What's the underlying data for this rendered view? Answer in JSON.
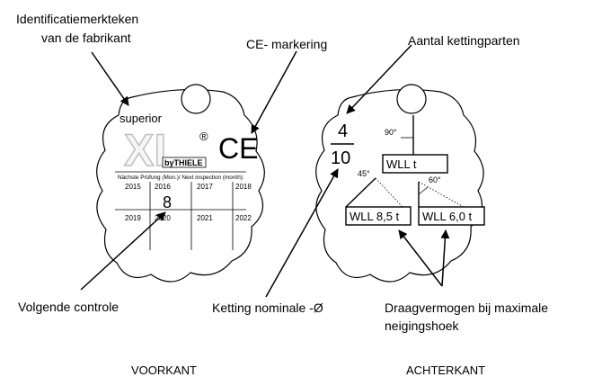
{
  "labels": {
    "manufacturer_id_line1": "Identificatiemerkteken",
    "manufacturer_id_line2": "van de fabrikant",
    "ce_marking": "CE- markering",
    "chain_legs": "Aantal kettingparten",
    "next_inspection": "Volgende controle",
    "chain_nominal": "Ketting nominale -Ø",
    "capacity_line1": "Draagvermogen bij maximale",
    "capacity_line2": "neigingshoek",
    "front": "VOORKANT",
    "back": "ACHTERKANT"
  },
  "front_tag": {
    "brand_top": "superior",
    "brand_big": "XL",
    "registered": "®",
    "by_thiele": "byTHIELE",
    "ce_symbol": "CE",
    "inspection_header": "Nächste Prüfung (Mon.)/ Next inspection (month):",
    "years_top": [
      "2015",
      "2016",
      "2017",
      "2018"
    ],
    "years_bottom": [
      "2019",
      "2020",
      "2021",
      "2022"
    ],
    "month": "8"
  },
  "back_tag": {
    "legs": "4",
    "diameter": "10",
    "angle_vertical": "90°",
    "angle_1": "45°",
    "angle_2": "60°",
    "wll_top": "WLL      t",
    "wll_1": "WLL 8,5 t",
    "wll_2": "WLL 6,0 t"
  }
}
